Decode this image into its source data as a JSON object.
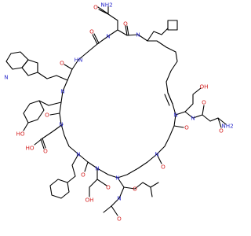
{
  "colors": {
    "background": "#ffffff",
    "bond": "#000000",
    "nitrogen": "#2d2dcc",
    "oxygen": "#d42020"
  },
  "labels": {
    "nh2_top": "NH2",
    "o_top1": "O",
    "o_top2": "O",
    "nh_top1": "HN",
    "nh_top2": "N",
    "nh_top3": "N",
    "o_top3": "O",
    "o_top4": "O",
    "n_indole": "N",
    "o_left1": "O",
    "oh_left": "HO",
    "nh_left1": "N",
    "nh_left2": "N",
    "o_left2": "O",
    "oh_acid": "HO",
    "o_acid": "O",
    "nh_mid1": "N",
    "o_mid1": "O",
    "nh_right1": "N",
    "oh_right": "OH",
    "o_right1": "O",
    "nh_right2": "N",
    "o_right2": "O",
    "nh_right3": "N",
    "o_right3": "O",
    "nh2_right": "NH2",
    "o_right4": "O",
    "nh_bot1": "N",
    "o_bot1": "O",
    "nh_bot2": "N",
    "oh_bot": "OH",
    "o_bot2": "O",
    "nh_bot3": "N",
    "o_bot3": "O"
  }
}
